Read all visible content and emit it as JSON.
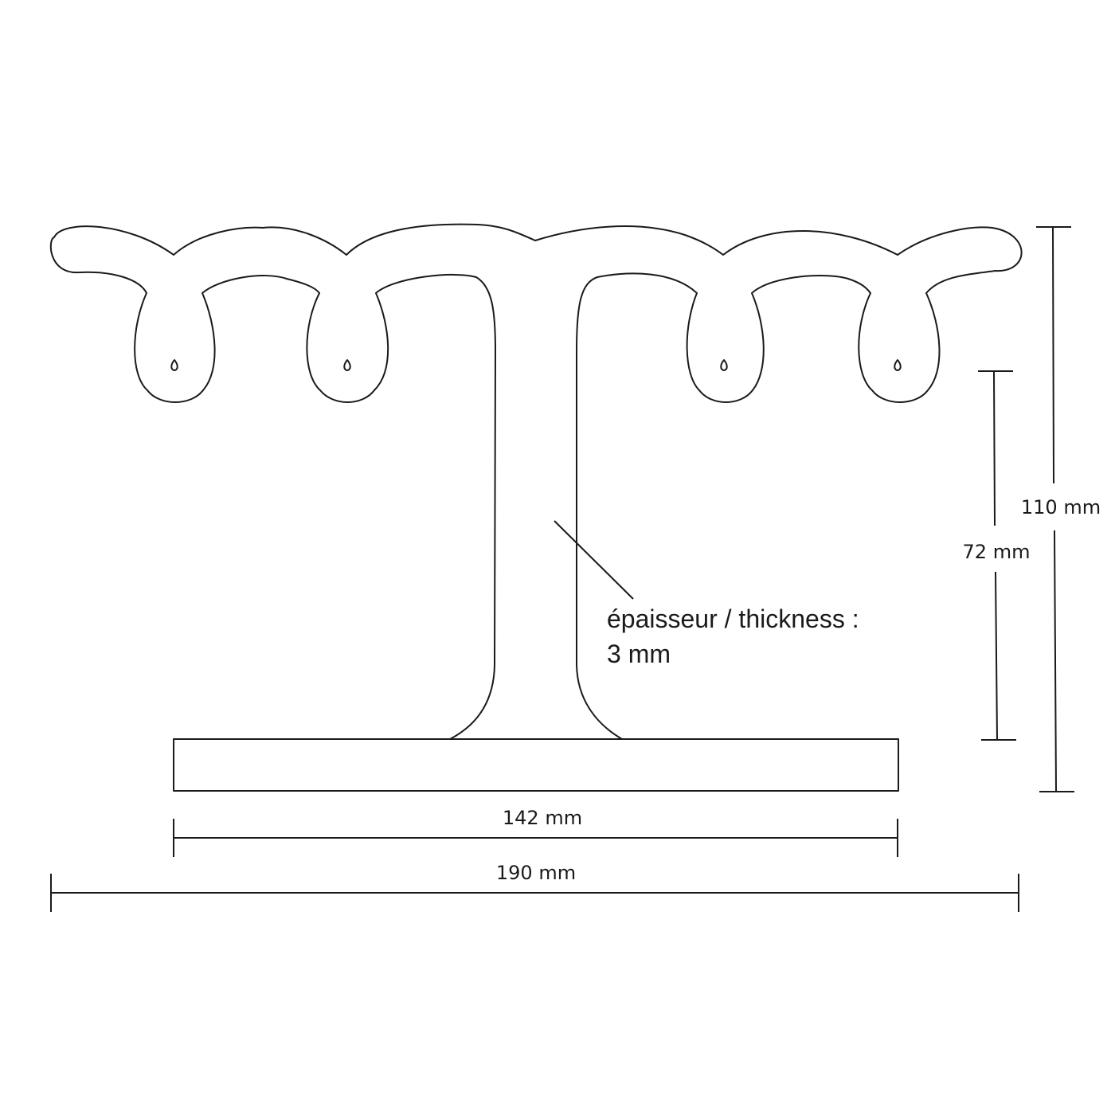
{
  "drawing": {
    "dimensions": {
      "total_width": "190 mm",
      "base_width": "142 mm",
      "total_height": "110 mm",
      "stem_height": "72 mm"
    },
    "note": {
      "line1": "épaisseur / thickness :",
      "line2": "3 mm"
    },
    "colors": {
      "stroke": "#1a1a1a",
      "background": "#ffffff"
    }
  }
}
